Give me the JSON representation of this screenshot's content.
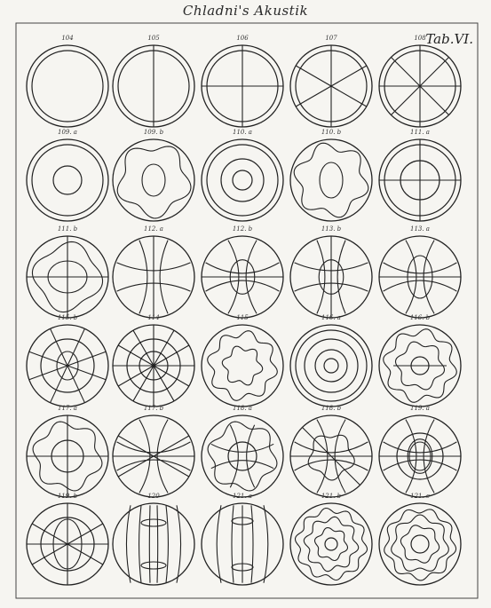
{
  "plate": {
    "title": "Chladni's Akustik",
    "tab": "Tab.VI."
  },
  "figures": [
    {
      "label": "104",
      "icon": "concentric-ring-icon"
    },
    {
      "label": "105",
      "icon": "ring-one-diameter-icon"
    },
    {
      "label": "106",
      "icon": "ring-cross-icon"
    },
    {
      "label": "107",
      "icon": "ring-three-diameters-icon"
    },
    {
      "label": "108",
      "icon": "ring-four-diameters-icon"
    },
    {
      "label": "109. a",
      "icon": "concentric-rings-icon"
    },
    {
      "label": "109. b",
      "icon": "wavy-rings-icon"
    },
    {
      "label": "110. a",
      "icon": "concentric-rings-icon"
    },
    {
      "label": "110. b",
      "icon": "wavy-rings-icon"
    },
    {
      "label": "111. a",
      "icon": "rings-cross-icon"
    },
    {
      "label": "111. b",
      "icon": "rings-cross-icon"
    },
    {
      "label": "112. a",
      "icon": "curved-lattice-icon"
    },
    {
      "label": "112. b",
      "icon": "curved-lattice-icon"
    },
    {
      "label": "113. b",
      "icon": "curved-lattice-icon"
    },
    {
      "label": "113. a",
      "icon": "curved-lattice-icon"
    },
    {
      "label": "115. b",
      "icon": "spoked-rings-icon"
    },
    {
      "label": "114",
      "icon": "star-rings-icon"
    },
    {
      "label": "115",
      "icon": "wavy-rings-icon"
    },
    {
      "label": "116. a",
      "icon": "concentric-rings-icon"
    },
    {
      "label": "116. b",
      "icon": "wavy-rings-icon"
    },
    {
      "label": "117. a",
      "icon": "rings-cross-icon"
    },
    {
      "label": "117. b",
      "icon": "curved-lattice-icon"
    },
    {
      "label": "118. a",
      "icon": "rings-cross-icon"
    },
    {
      "label": "118. b",
      "icon": "curved-lattice-icon"
    },
    {
      "label": "119. a",
      "icon": "curved-lattice-icon"
    },
    {
      "label": "119. b",
      "icon": "spoked-rings-icon"
    },
    {
      "label": "120",
      "icon": "vertical-bands-icon"
    },
    {
      "label": "121. a",
      "icon": "vertical-bands-icon"
    },
    {
      "label": "121. b",
      "icon": "wavy-rings-icon"
    },
    {
      "label": "121. c",
      "icon": "wavy-rings-icon"
    }
  ]
}
